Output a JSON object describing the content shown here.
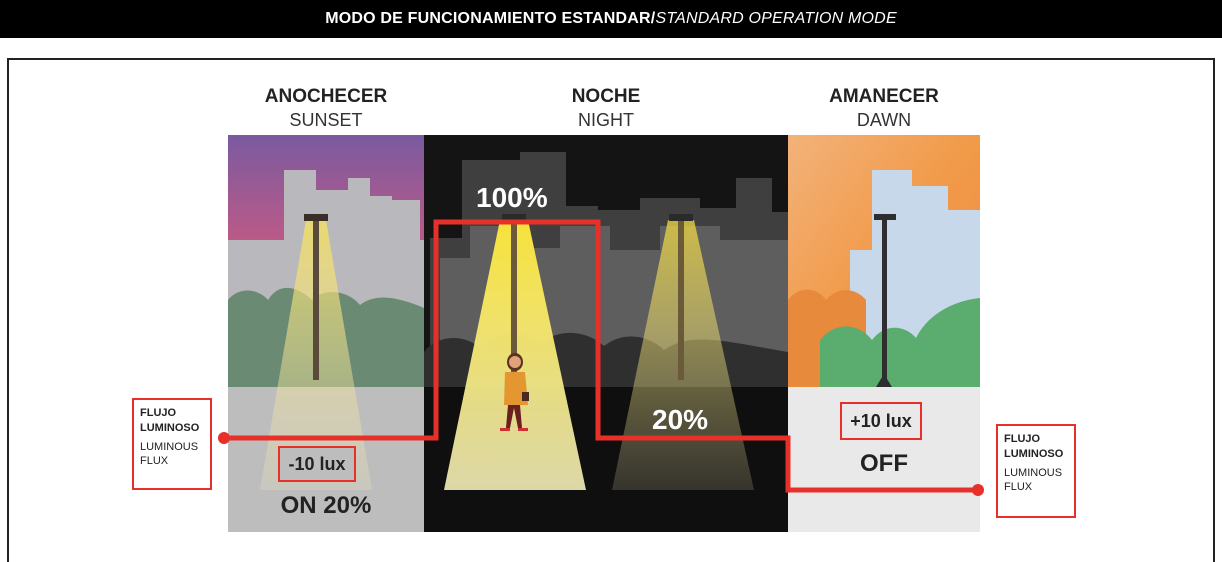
{
  "header": {
    "title_es": "MODO DE FUNCIONAMIENTO ESTANDAR/",
    "title_en": "STANDARD OPERATION MODE"
  },
  "columns": {
    "sunset": {
      "es": "ANOCHECER",
      "en": "SUNSET",
      "lux": "-10 lux",
      "status": "ON 20%"
    },
    "night": {
      "es": "NOCHE",
      "en": "NIGHT",
      "level_full": "100%",
      "level_dim": "20%"
    },
    "dawn": {
      "es": "AMANECER",
      "en": "DAWN",
      "lux": "+10 lux",
      "status": "OFF"
    }
  },
  "flux_left": {
    "es_line1": "FLUJO",
    "es_line2": "LUMINOSO",
    "en_line1": "LUMINOUS",
    "en_line2": "FLUX"
  },
  "flux_right": {
    "es_line1": "FLUJO",
    "es_line2": "LUMINOSO",
    "en_line1": "LUMINOUS",
    "en_line2": "FLUX"
  },
  "colors": {
    "accent_red": "#e8302a",
    "light_yellow": "#f3e04a",
    "night_bg": "#1c1c1c",
    "sunset_sky": "#8a5c9a",
    "dawn_sky": "#f0a050"
  }
}
